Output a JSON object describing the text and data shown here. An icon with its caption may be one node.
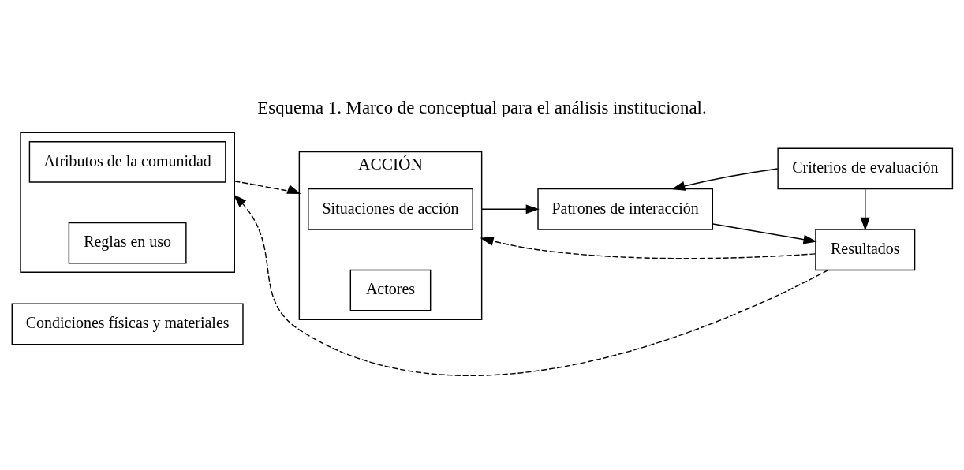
{
  "diagram": {
    "title": "Esquema 1. Marco de conceptual para el análisis institucional.",
    "nodes": [
      {
        "text": [],
        "shape": "box"
      },
      {
        "text": [
          "Condiciones físicas y materiales"
        ]
      },
      {
        "text": [
          "Atributos de la comunidad"
        ],
        "in": 0
      },
      {
        "text": [
          "Reglas en uso"
        ],
        "in": 0
      },
      {
        "text": [
          "ACCIÓN"
        ]
      },
      {
        "text": [
          "Situaciones de acción"
        ],
        "in": 4
      },
      {
        "text": [
          "Actores"
        ],
        "in": 4
      },
      {
        "text": [
          "Patrones de interacción"
        ]
      },
      {
        "text": [
          "Criterios de evaluación"
        ]
      },
      {
        "text": [
          "Resultados"
        ]
      }
    ],
    "edges": [
      {
        "from": 0,
        "to": 4,
        "arrow": "to",
        "style": "dashed"
      },
      {
        "from": 4,
        "to": 7,
        "arrow": "to"
      },
      {
        "from": 7,
        "to": 9,
        "arrow": "to"
      },
      {
        "from": 8,
        "to": 7,
        "arrow": "to"
      },
      {
        "from": 8,
        "to": 9,
        "arrow": "to"
      },
      {
        "from": 9,
        "to": 0,
        "arrow": "to",
        "style": "dashed"
      },
      {
        "from": 9,
        "to": 4,
        "arrow": "to",
        "style": "dashed"
      }
    ]
  }
}
